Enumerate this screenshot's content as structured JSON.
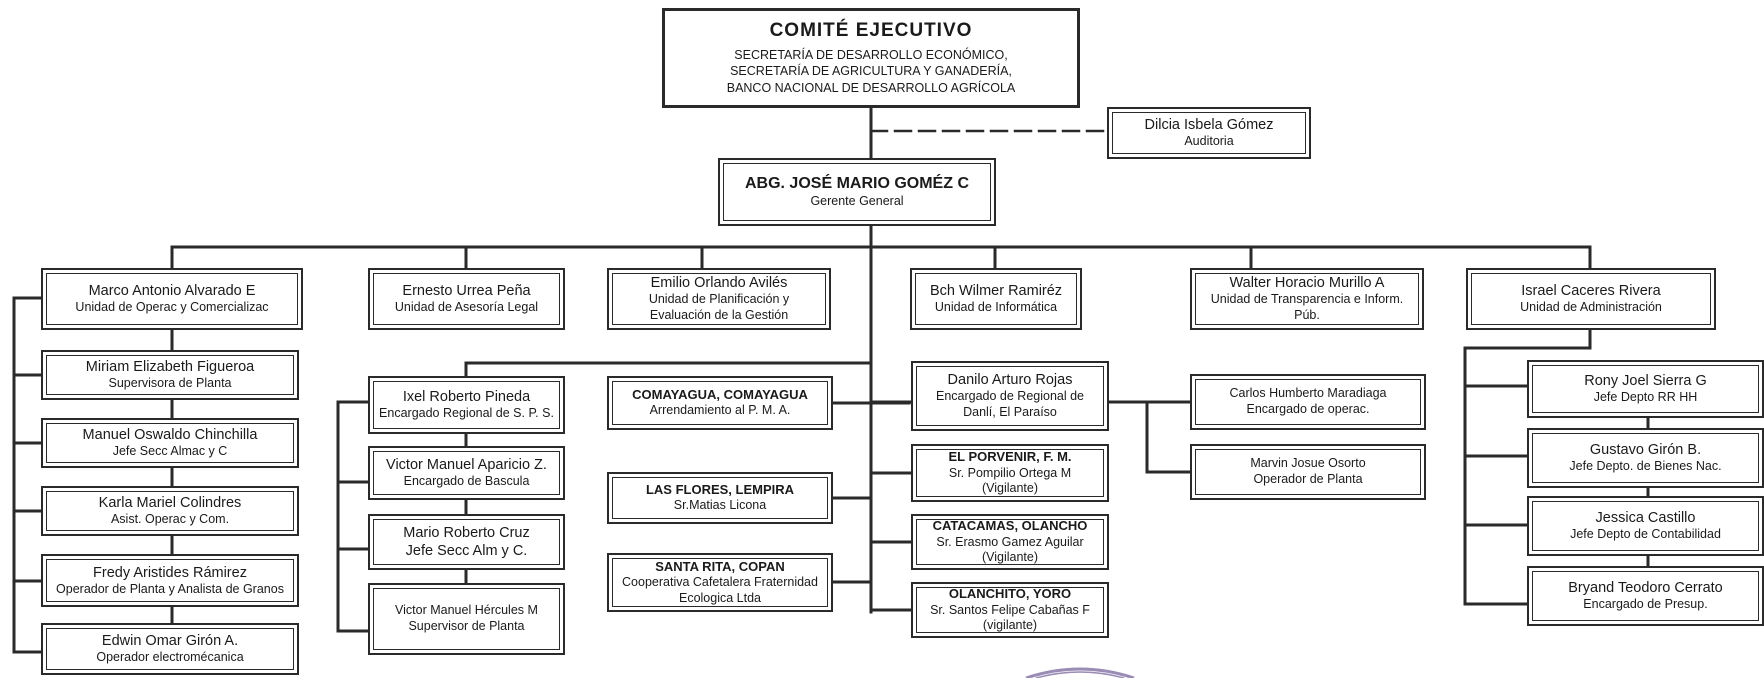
{
  "executive": {
    "title": "COMITÉ EJECUTIVO",
    "lines": [
      "SECRETARÍA DE DESARROLLO ECONÓMICO,",
      "SECRETARÍA DE AGRICULTURA Y GANADERÍA,",
      "BANCO NACIONAL DE DESARROLLO AGRÍCOLA"
    ]
  },
  "audit": {
    "name": "Dilcia Isbela Gómez",
    "role": "Auditoria"
  },
  "general_manager": {
    "name": "ABG. JOSÉ MARIO GOMÉZ C",
    "role": "Gerente General"
  },
  "units": [
    {
      "name": "Marco Antonio Alvarado E",
      "role": "Unidad de Operac y Comercializac"
    },
    {
      "name": "Ernesto Urrea Peña",
      "role": "Unidad de Asesoría Legal"
    },
    {
      "name": "Emilio Orlando Avilés",
      "role": "Unidad de Planificación y Evaluación de la Gestión"
    },
    {
      "name": "Bch Wilmer Ramiréz",
      "role": "Unidad de Informática"
    },
    {
      "name": "Walter Horacio Murillo A",
      "role": "Unidad de Transparencia e Inform. Púb."
    },
    {
      "name": "Israel Caceres Rivera",
      "role": "Unidad de Administración"
    }
  ],
  "operations_staff": [
    {
      "name": "Miriam Elizabeth Figueroa",
      "role": "Supervisora de Planta"
    },
    {
      "name": "Manuel Oswaldo Chinchilla",
      "role": "Jefe Secc Almac y C"
    },
    {
      "name": "Karla Mariel Colindres",
      "role": "Asist. Operac y Com."
    },
    {
      "name": "Fredy Aristides Rámirez",
      "role": "Operador de Planta y Analista de Granos"
    },
    {
      "name": "Edwin Omar Girón A.",
      "role": "Operador electromécanica"
    }
  ],
  "regional_sps": [
    {
      "name": "Ixel Roberto Pineda",
      "role": "Encargado Regional de S. P. S."
    },
    {
      "name": "Victor Manuel Aparicio Z.",
      "role": "Encargado de Bascula"
    },
    {
      "name": "Mario Roberto Cruz",
      "role": "Jefe Secc Alm y C."
    },
    {
      "name": "Victor Manuel Hércules M",
      "role": "Supervisor de Planta"
    }
  ],
  "sites_left": [
    {
      "site": "COMAYAGUA, COMAYAGUA",
      "detail": "Arrendamiento al P. M. A."
    },
    {
      "site": "LAS FLORES, LEMPIRA",
      "detail": "Sr.Matias Licona"
    },
    {
      "site": "SANTA RITA, COPAN",
      "detail": "Cooperativa Cafetalera Fraternidad Ecologica Ltda"
    }
  ],
  "danli": {
    "name": "Danilo Arturo Rojas",
    "role": "Encargado de Regional de Danlí, El Paraíso"
  },
  "sites_right": [
    {
      "site": "EL PORVENIR, F. M.",
      "detail": "Sr. Pompilio Ortega M (Vigilante)"
    },
    {
      "site": "CATACAMAS, OLANCHO",
      "detail": "Sr. Erasmo Gamez Aguilar (Vigilante)"
    },
    {
      "site": "OLANCHITO, YORO",
      "detail": "Sr. Santos Felipe Cabañas F (vigilante)"
    }
  ],
  "danli_staff": [
    {
      "name": "Carlos Humberto Maradiaga",
      "role": "Encargado de operac."
    },
    {
      "name": "Marvin Josue Osorto",
      "role": "Operador de Planta"
    }
  ],
  "admin_staff": [
    {
      "name": "Rony Joel Sierra G",
      "role": "Jefe Depto RR HH"
    },
    {
      "name": "Gustavo Girón B.",
      "role": "Jefe Depto. de Bienes Nac."
    },
    {
      "name": "Jessica Castillo",
      "role": "Jefe Depto de Contabilidad"
    },
    {
      "name": "Bryand Teodoro Cerrato",
      "role": "Encargado de Presup."
    }
  ],
  "colors": {
    "line": "#2a2a2a",
    "background": "#ffffff",
    "stamp": "#9a8cb4"
  }
}
